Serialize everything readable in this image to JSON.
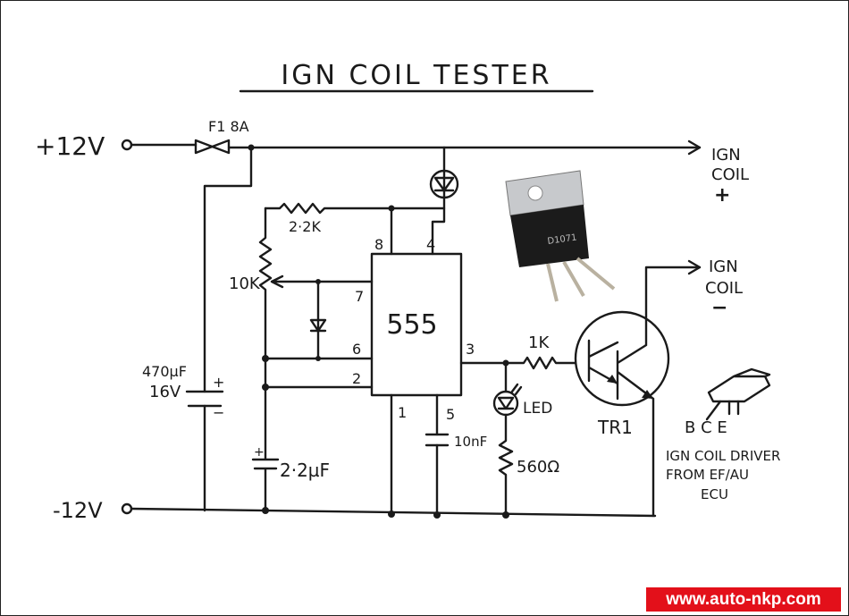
{
  "title": "IGN COIL TESTER",
  "labels": {
    "plus12v": "+12V",
    "minus12v": "-12V",
    "fuse": "F1 8A",
    "ign_coil_plus": [
      "IGN",
      "COIL",
      "+"
    ],
    "ign_coil_minus": [
      "IGN",
      "COIL",
      "−"
    ],
    "r_2k2": "2·2K",
    "pot_10k": "10K",
    "c_470": [
      "470µF",
      "16V"
    ],
    "c_2u2": "2·2µF",
    "ic": "555",
    "pins": {
      "p8": "8",
      "p4": "4",
      "p7": "7",
      "p6": "6",
      "p2": "2",
      "p3": "3",
      "p1": "1",
      "p5": "5"
    },
    "c_10n": "10nF",
    "r_1k": "1K",
    "led": "LED",
    "r_560": "560Ω",
    "transistor": "TR1",
    "pinout": "B C E",
    "note": [
      "IGN COIL DRIVER",
      "FROM EF/AU",
      "ECU"
    ],
    "part_marking": "D1071"
  },
  "watermark": "www.auto-nkp.com",
  "colors": {
    "ink": "#1a1a1a",
    "watermark_bg": "#e3101a"
  }
}
